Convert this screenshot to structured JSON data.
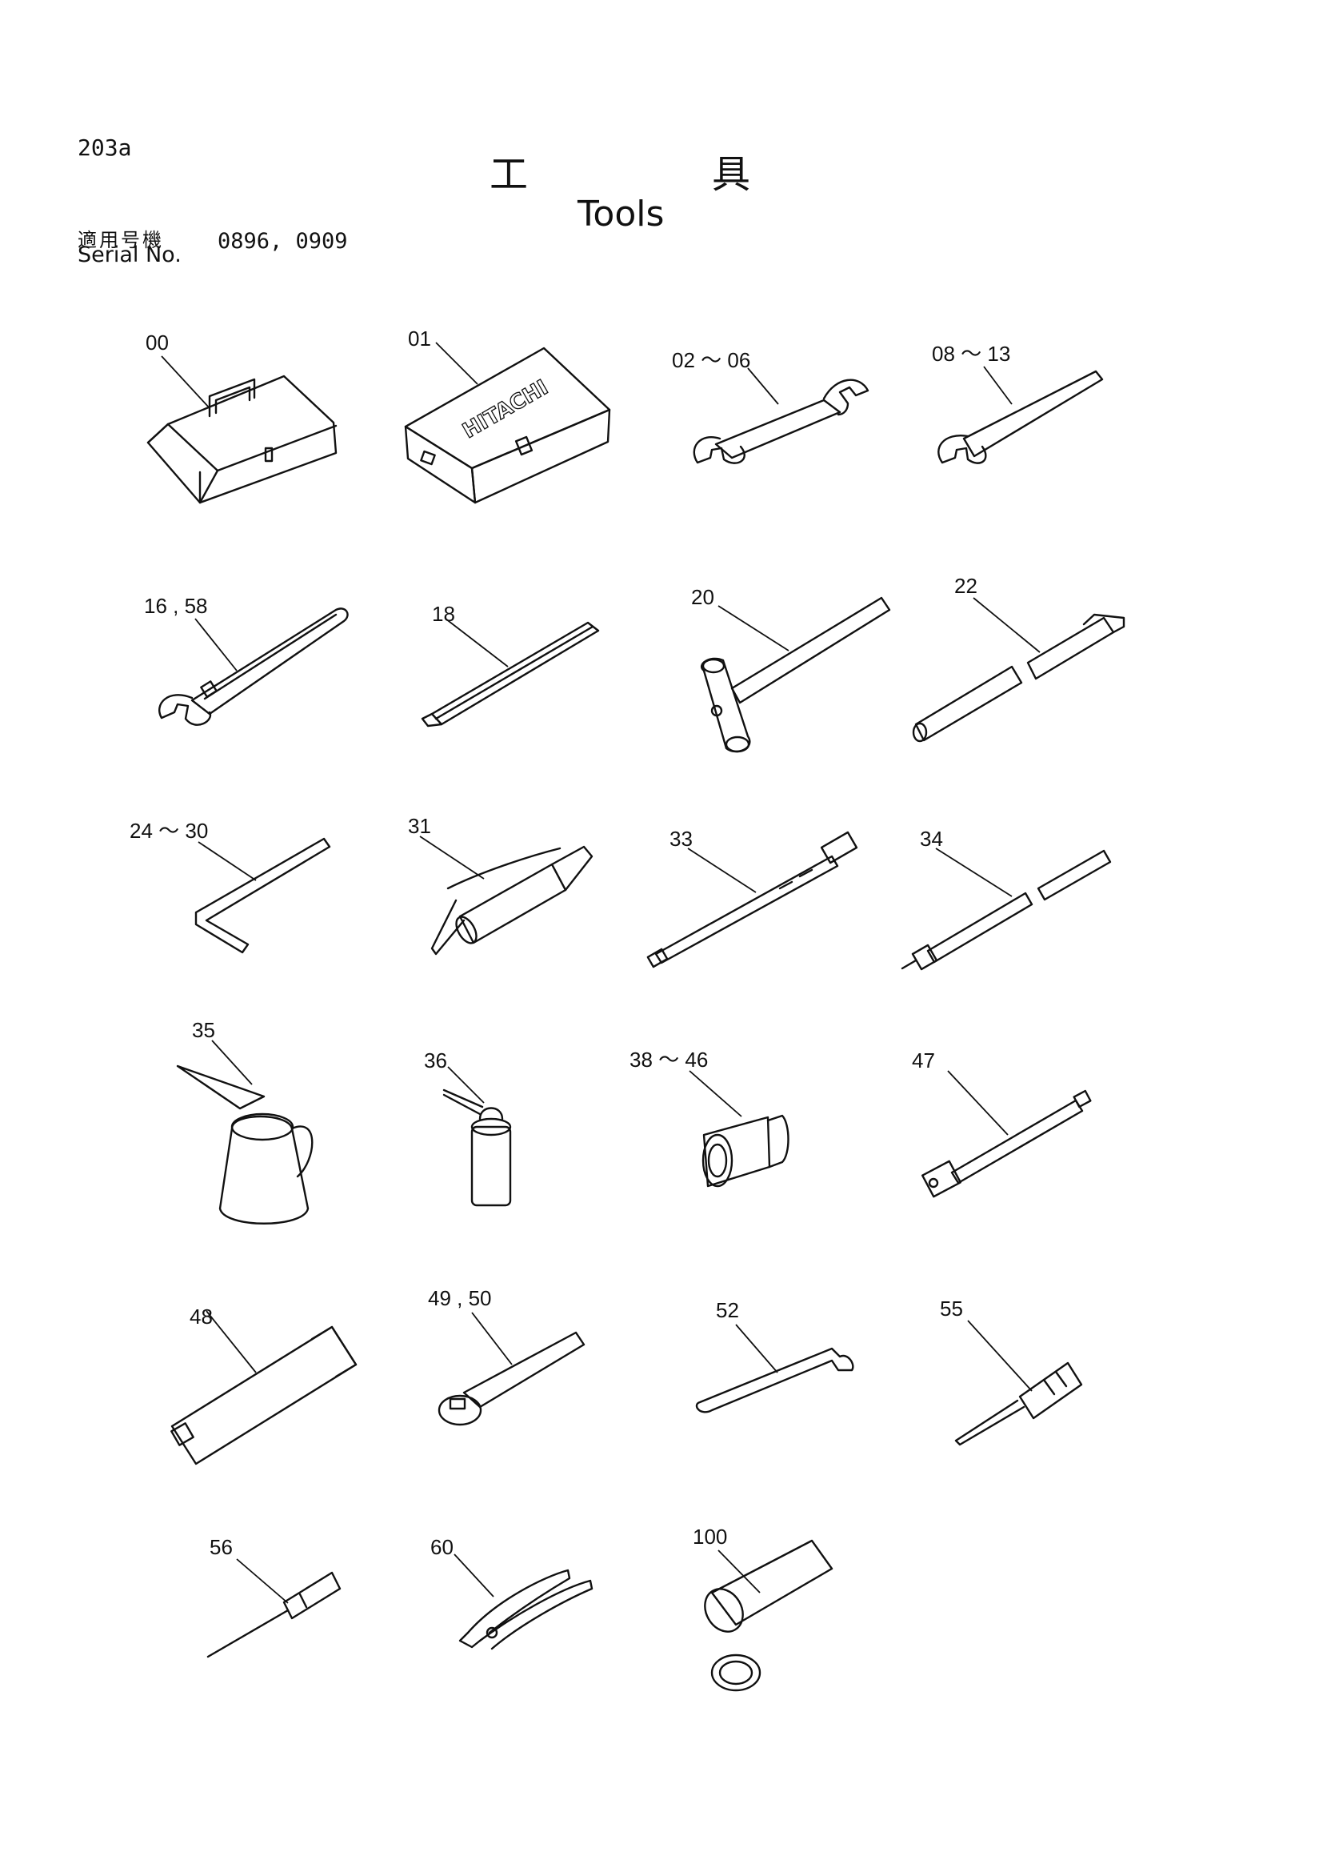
{
  "page_number": "203a",
  "title_jp": "工具",
  "title_en": "Tools",
  "serial_label_jp": "適用号機",
  "serial_label_en": "Serial No.",
  "serial_values": "0896, 0909",
  "logo_text": "HITACHI",
  "items": [
    {
      "label": "00",
      "icon": "toolbox-icon"
    },
    {
      "label": "01",
      "icon": "hitachi-tool-case-icon"
    },
    {
      "label": "02 ～ 06",
      "icon": "double-open-end-wrench-icon"
    },
    {
      "label": "08 ～ 13",
      "icon": "single-open-end-wrench-icon"
    },
    {
      "label": "16 , 58",
      "icon": "adjustable-wrench-icon"
    },
    {
      "label": "18",
      "icon": "flat-screwdriver-icon"
    },
    {
      "label": "20",
      "icon": "hammer-icon"
    },
    {
      "label": "22",
      "icon": "extension-pipe-icon"
    },
    {
      "label": "24 ～ 30",
      "icon": "hex-key-icon"
    },
    {
      "label": "31",
      "icon": "grease-gun-icon"
    },
    {
      "label": "33",
      "icon": "grease-gun-hose-icon"
    },
    {
      "label": "34",
      "icon": "extension-bar-icon"
    },
    {
      "label": "35",
      "icon": "oil-jug-icon"
    },
    {
      "label": "36",
      "icon": "oil-can-icon"
    },
    {
      "label": "38 ～ 46",
      "icon": "socket-icon"
    },
    {
      "label": "47",
      "icon": "socket-extension-icon"
    },
    {
      "label": "48",
      "icon": "socket-handle-icon"
    },
    {
      "label": "49 , 50",
      "icon": "ratchet-handle-icon"
    },
    {
      "label": "52",
      "icon": "offset-bar-icon"
    },
    {
      "label": "55",
      "icon": "phillips-screwdriver-icon"
    },
    {
      "label": "56",
      "icon": "awl-icon"
    },
    {
      "label": "60",
      "icon": "pliers-icon"
    },
    {
      "label": "100",
      "icon": "flashlight-icon"
    }
  ]
}
